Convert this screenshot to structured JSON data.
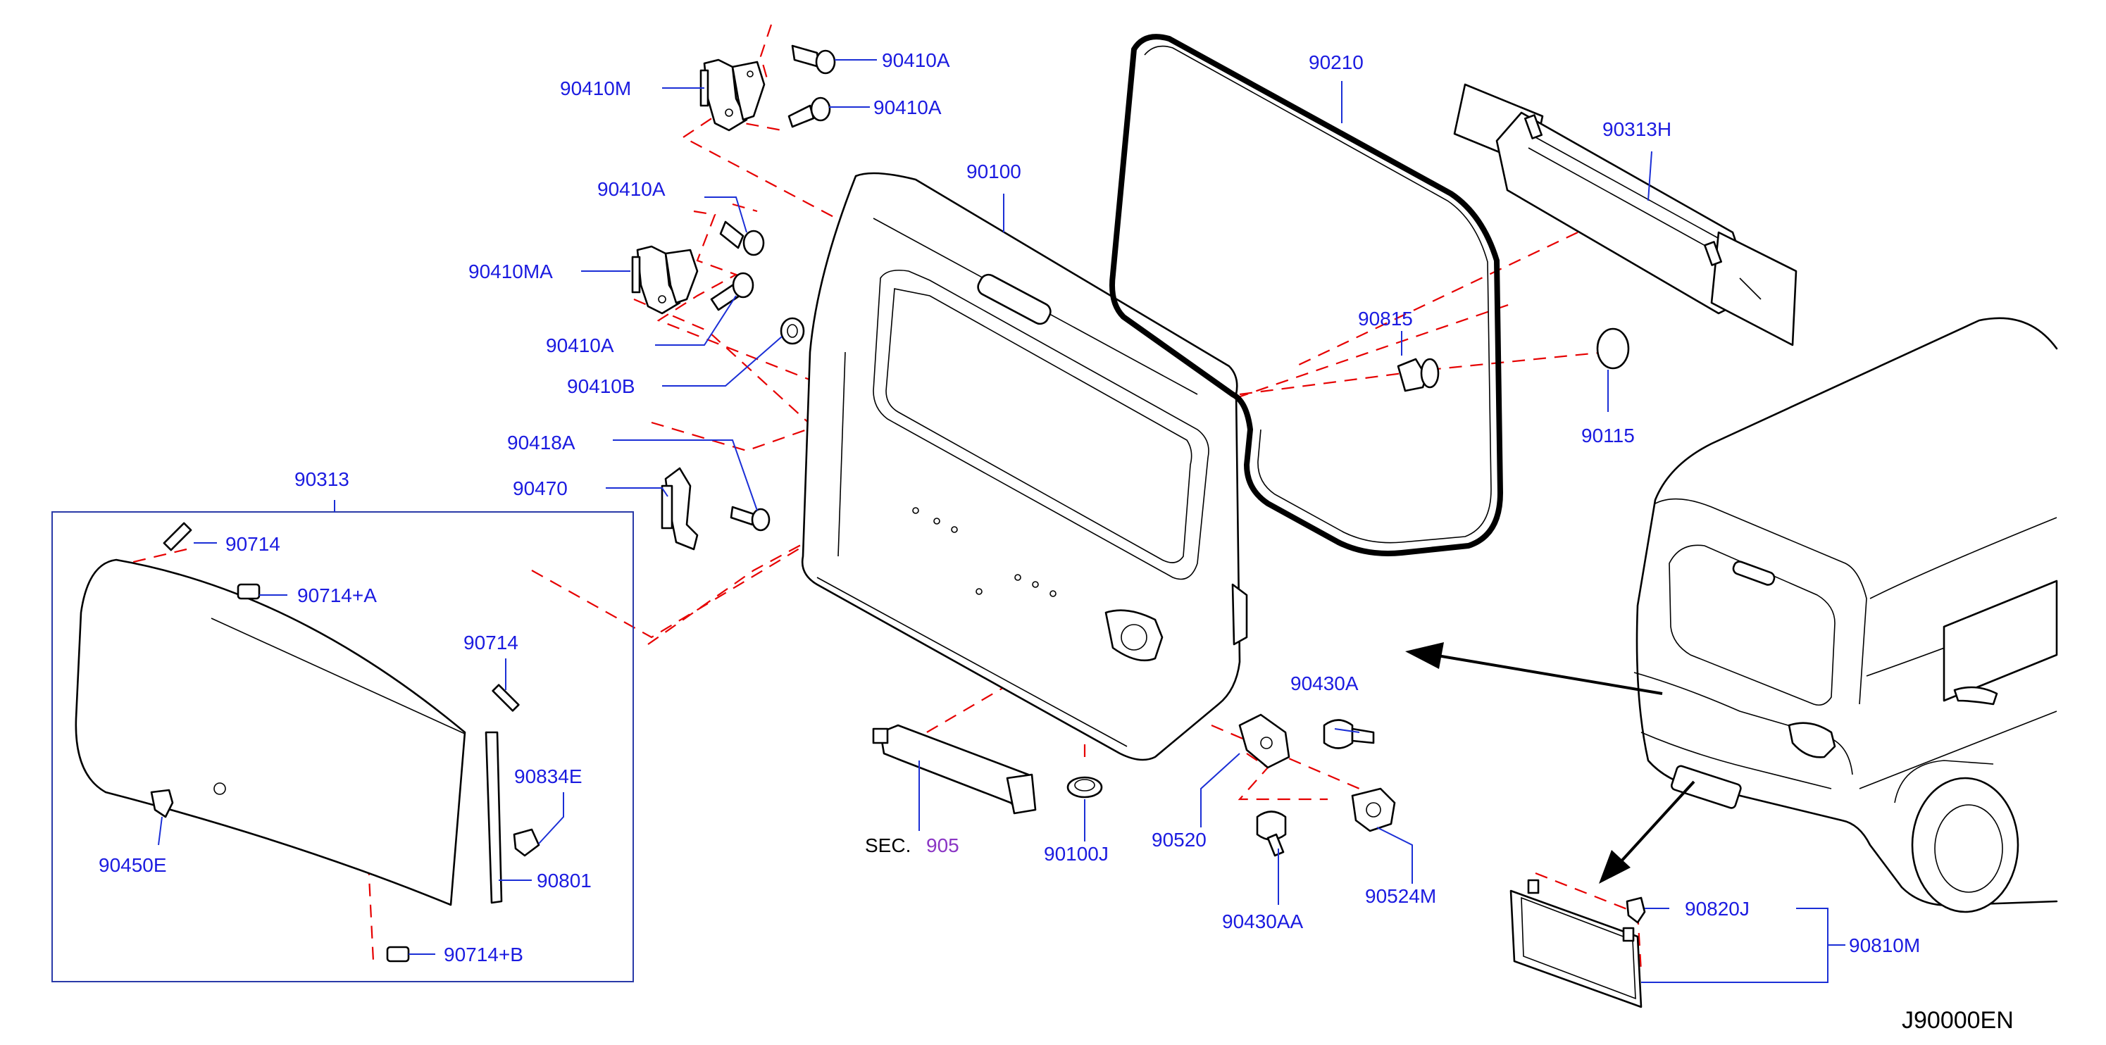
{
  "diagram_code": "J90000EN",
  "section_reference": {
    "prefix": "SEC.",
    "number": "905"
  },
  "labels": {
    "upper_hinge_bolt_1": "90410A",
    "upper_hinge_bolt_2": "90410A",
    "upper_hinge": "90410M",
    "lower_hinge_bolt_1": "90410A",
    "lower_hinge": "90410MA",
    "lower_hinge_bolt_2": "90410A",
    "hinge_cap": "90410B",
    "stay_bolt": "90418A",
    "stay_bracket": "90470",
    "back_door_glass": "90313",
    "glass_spacer_top": "90714",
    "glass_spacer_a": "90714+A",
    "glass_spacer_right": "90714",
    "glass_seal_clip": "90834E",
    "glass_clip_left": "90450E",
    "glass_molding": "90801",
    "glass_spacer_b": "90714+B",
    "back_door_panel": "90100",
    "weatherstrip": "90210",
    "finisher": "90313H",
    "bumper_rubber": "90815",
    "plug": "90115",
    "door_plug": "90100J",
    "striker_bolt": "90430A",
    "lock_bracket": "90520",
    "striker_bolt_2": "90430AA",
    "striker": "90524M",
    "garnish_clip": "90820J",
    "plate_garnish": "90810M"
  }
}
